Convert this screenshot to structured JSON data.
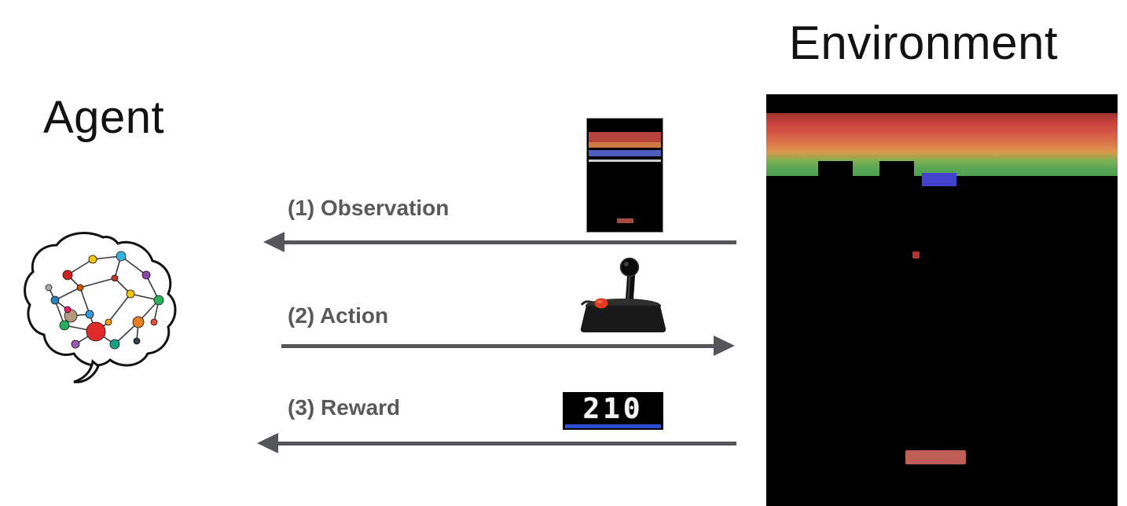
{
  "agent": {
    "label": "Agent"
  },
  "environment": {
    "label": "Environment"
  },
  "loop": {
    "arrows": [
      {
        "id": "observation",
        "label": "(1) Observation",
        "direction": "environment-to-agent"
      },
      {
        "id": "action",
        "label": "(2) Action",
        "direction": "agent-to-environment"
      },
      {
        "id": "reward",
        "label": "(3) Reward",
        "direction": "environment-to-agent"
      }
    ]
  },
  "reward_display": {
    "score": "210"
  },
  "icons": {
    "agent": "brain-icon",
    "observation": "breakout-mini-screen",
    "action": "atari-joystick-icon",
    "reward": "score-display",
    "environment": "breakout-game-screen"
  },
  "colors": {
    "arrow": "#55565a",
    "arrow_label": "#58595b",
    "background": "#ffffff",
    "brick_red": "#c8413c",
    "brick_orange": "#dd7b4b",
    "brick_green": "#57a757",
    "brick_blue": "#4343cf",
    "ball": "#b5342e",
    "paddle": "#c05e58",
    "score_underline": "#2b4fd0"
  }
}
